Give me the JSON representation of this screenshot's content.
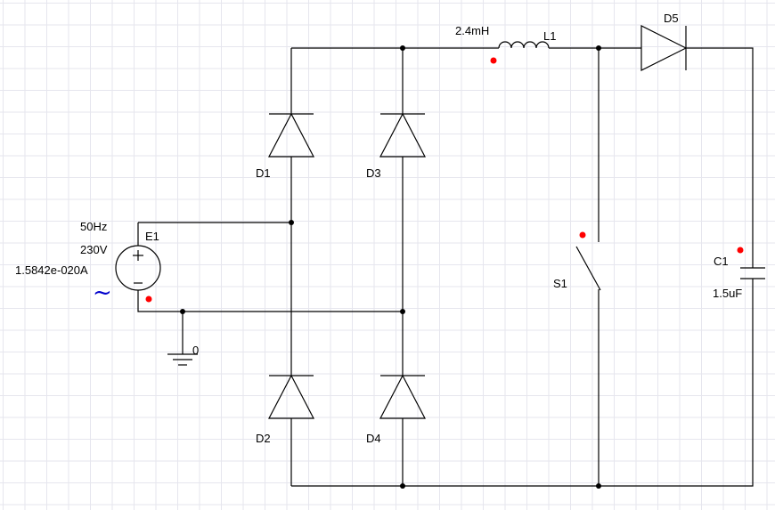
{
  "source": {
    "name": "E1",
    "frequency": "50Hz",
    "voltage": "230V",
    "current": "1.5842e-020A",
    "ac_symbol": "~"
  },
  "ground": {
    "name": "0"
  },
  "diodes": [
    {
      "name": "D1"
    },
    {
      "name": "D2"
    },
    {
      "name": "D3"
    },
    {
      "name": "D4"
    },
    {
      "name": "D5"
    }
  ],
  "inductor": {
    "name": "L1",
    "value": "2.4mH"
  },
  "switch": {
    "name": "S1"
  },
  "capacitor": {
    "name": "C1",
    "value": "1.5uF"
  },
  "colors": {
    "wire": "#000000",
    "pin_marker": "#ff0000",
    "ac_symbol": "#0000cc",
    "grid": "#e6e6ee"
  }
}
